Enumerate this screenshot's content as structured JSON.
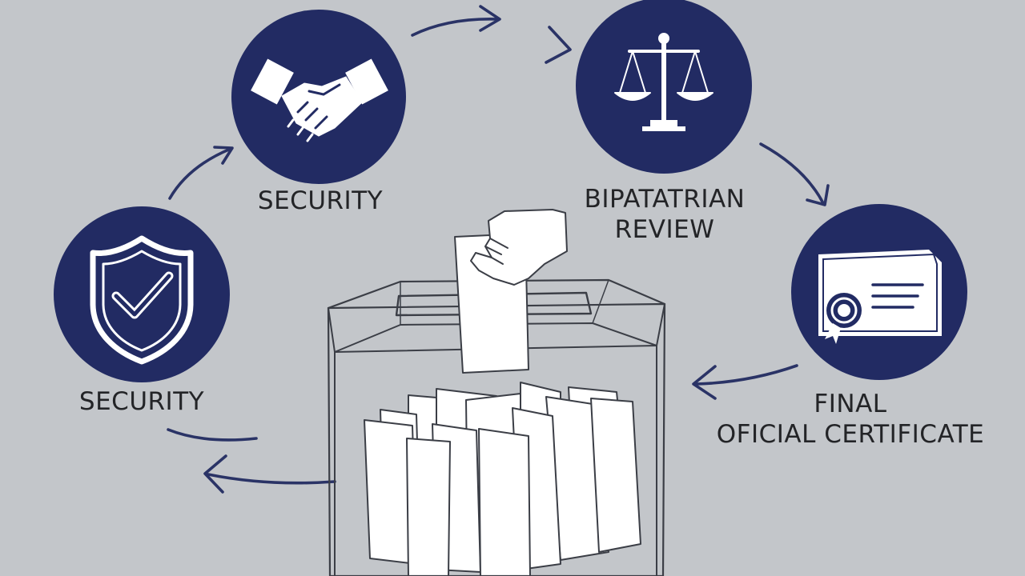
{
  "steps": [
    {
      "label": "SECURITY",
      "icon": "shield-check-icon"
    },
    {
      "label": "SECURITY",
      "icon": "handshake-icon"
    },
    {
      "label_line1": "BIPATATRIAN",
      "label_line2": "REVIEW",
      "icon": "scales-of-justice-icon"
    },
    {
      "label_line1": "FINAL",
      "label_line2": "OFICIAL CERTIFICATE",
      "icon": "certificate-icon"
    }
  ],
  "center_icon": "ballot-box-icon",
  "colors": {
    "background": "#c3c6ca",
    "circle_fill": "#222b63",
    "arrow": "#2a3366",
    "icon": "#ffffff",
    "text": "#232427"
  }
}
